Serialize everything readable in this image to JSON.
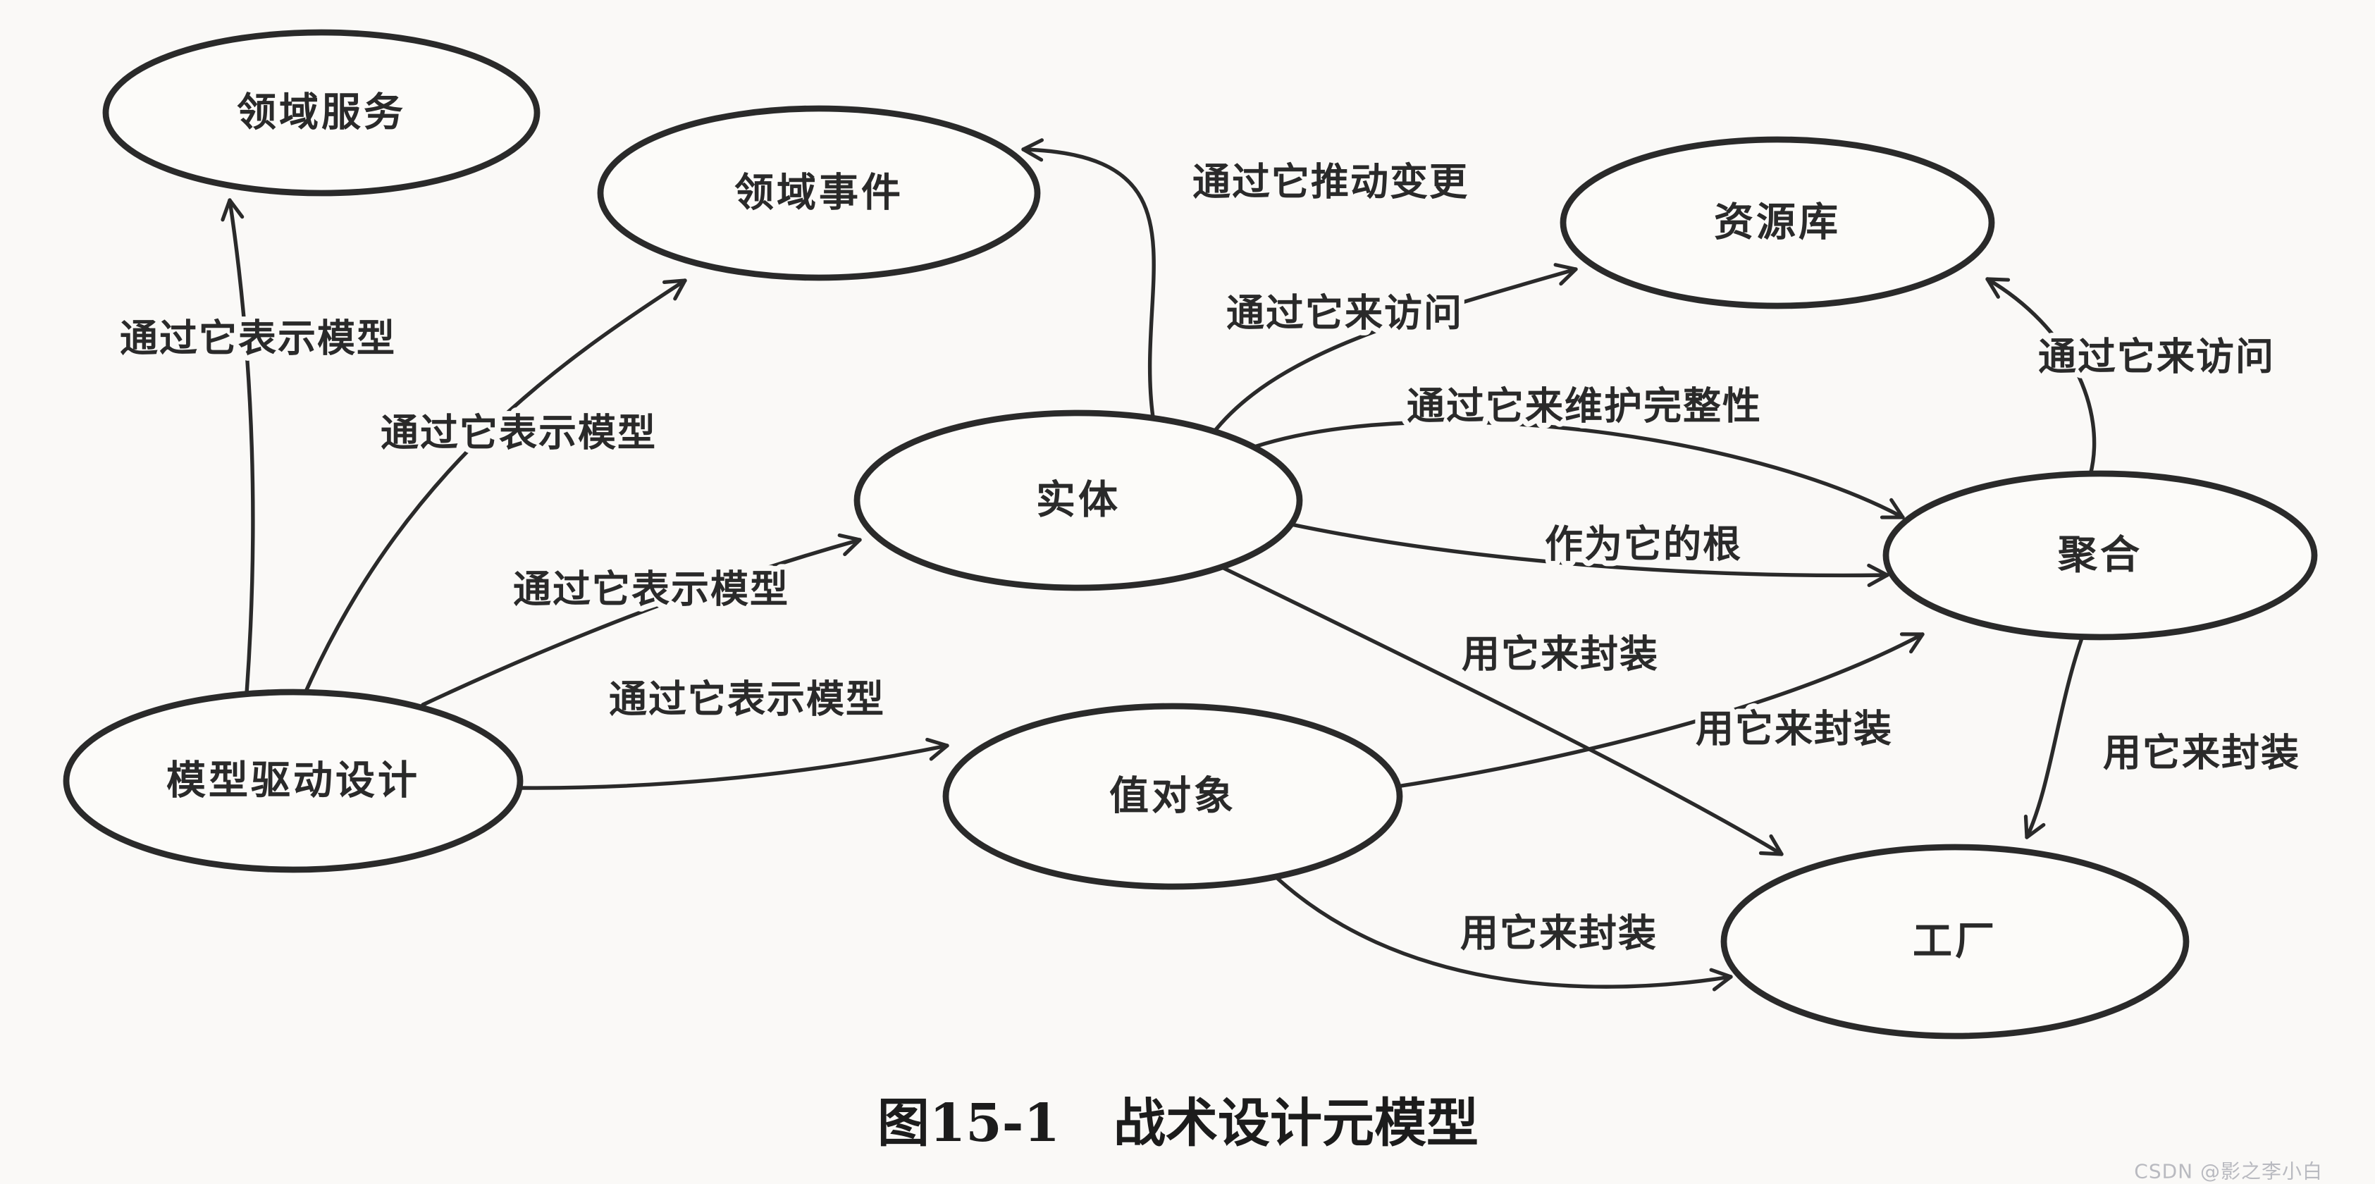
{
  "page": {
    "caption_figure": "图15-1",
    "caption_title": "战术设计元模型",
    "watermark": "CSDN @影之李小白"
  },
  "colors": {
    "ink": "#2a2a2a",
    "paper": "#faf9f7",
    "watermark_gray": "#b9bac0"
  },
  "diagram": {
    "type": "concept-diagram",
    "nodes": [
      {
        "id": "domain-service",
        "label": "领域服务"
      },
      {
        "id": "domain-event",
        "label": "领域事件"
      },
      {
        "id": "entity",
        "label": "实体"
      },
      {
        "id": "repository",
        "label": "资源库"
      },
      {
        "id": "aggregate",
        "label": "聚合"
      },
      {
        "id": "model-driven-design",
        "label": "模型驱动设计"
      },
      {
        "id": "value-object",
        "label": "值对象"
      },
      {
        "id": "factory",
        "label": "工厂"
      }
    ],
    "edges": [
      {
        "from": "model-driven-design",
        "to": "domain-service",
        "label": "通过它表示模型"
      },
      {
        "from": "model-driven-design",
        "to": "domain-event",
        "label": "通过它表示模型"
      },
      {
        "from": "model-driven-design",
        "to": "entity",
        "label": "通过它表示模型"
      },
      {
        "from": "model-driven-design",
        "to": "value-object",
        "label": "通过它表示模型"
      },
      {
        "from": "entity",
        "to": "domain-event",
        "label": "通过它推动变更"
      },
      {
        "from": "entity",
        "to": "repository",
        "label": "通过它来访问"
      },
      {
        "from": "entity",
        "to": "aggregate",
        "label": "通过它来维护完整性"
      },
      {
        "from": "entity",
        "to": "aggregate",
        "label": "作为它的根"
      },
      {
        "from": "entity",
        "to": "factory",
        "label": "用它来封装"
      },
      {
        "from": "value-object",
        "to": "aggregate",
        "label": "用它来封装"
      },
      {
        "from": "value-object",
        "to": "factory",
        "label": "用它来封装"
      },
      {
        "from": "aggregate",
        "to": "repository",
        "label": "通过它来访问"
      },
      {
        "from": "aggregate",
        "to": "factory",
        "label": "用它来封装"
      }
    ]
  }
}
